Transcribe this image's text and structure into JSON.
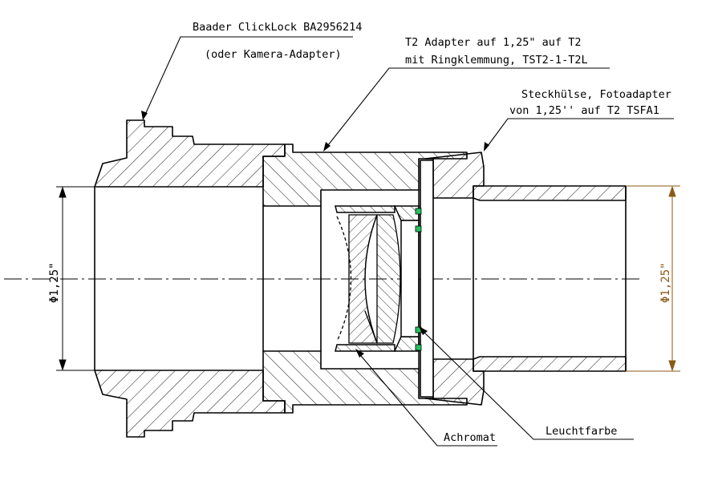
{
  "labels": {
    "clicklock_line1": "Baader ClickLock BA2956214",
    "clicklock_line2": "(oder Kamera-Adapter)",
    "t2adapter_line1": "T2 Adapter auf 1,25\" auf T2",
    "t2adapter_line2": "mit Ringklemmung, TST2-1-T2L",
    "steckhuelse_line1": "Steckhülse, Fotoadapter",
    "steckhuelse_line2": "von 1,25'' auf T2  TSFA1",
    "achromat": "Achromat",
    "leuchtfarbe": "Leuchtfarbe"
  },
  "dimensions": {
    "left_diameter": "Φ1,25\"",
    "right_diameter": "Φ1,25\""
  },
  "colors": {
    "line": "#000000",
    "dimension_right": "#8b5a16",
    "luminous_paint": "#22c55e"
  }
}
